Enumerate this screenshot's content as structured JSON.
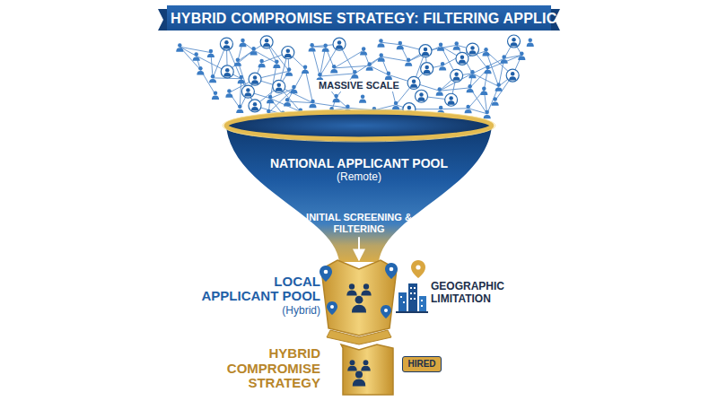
{
  "diagram": {
    "title": "HYBRID COMPROMISE STRATEGY: FILTERING APPLICANTS",
    "nodes": [
      {
        "text": [
          "NATIONAL APPLICANT POOL",
          "(Remote)"
        ]
      },
      {
        "text": [
          "INITIAL SCREENING & FILTERING"
        ]
      },
      {
        "text": [
          "LOCAL APPLICANT POOL",
          "(Hybrid)"
        ]
      },
      {
        "text": [
          "HYBRID COMPROMISE STRATEGY"
        ]
      },
      {
        "text": [
          "HIRED"
        ]
      }
    ],
    "edges": [
      {
        "from": 1,
        "to": 2,
        "arrow": "to"
      }
    ],
    "labels": [
      "MASSIVE SCALE",
      "GEOGRAPHIC LIMITATION"
    ]
  }
}
